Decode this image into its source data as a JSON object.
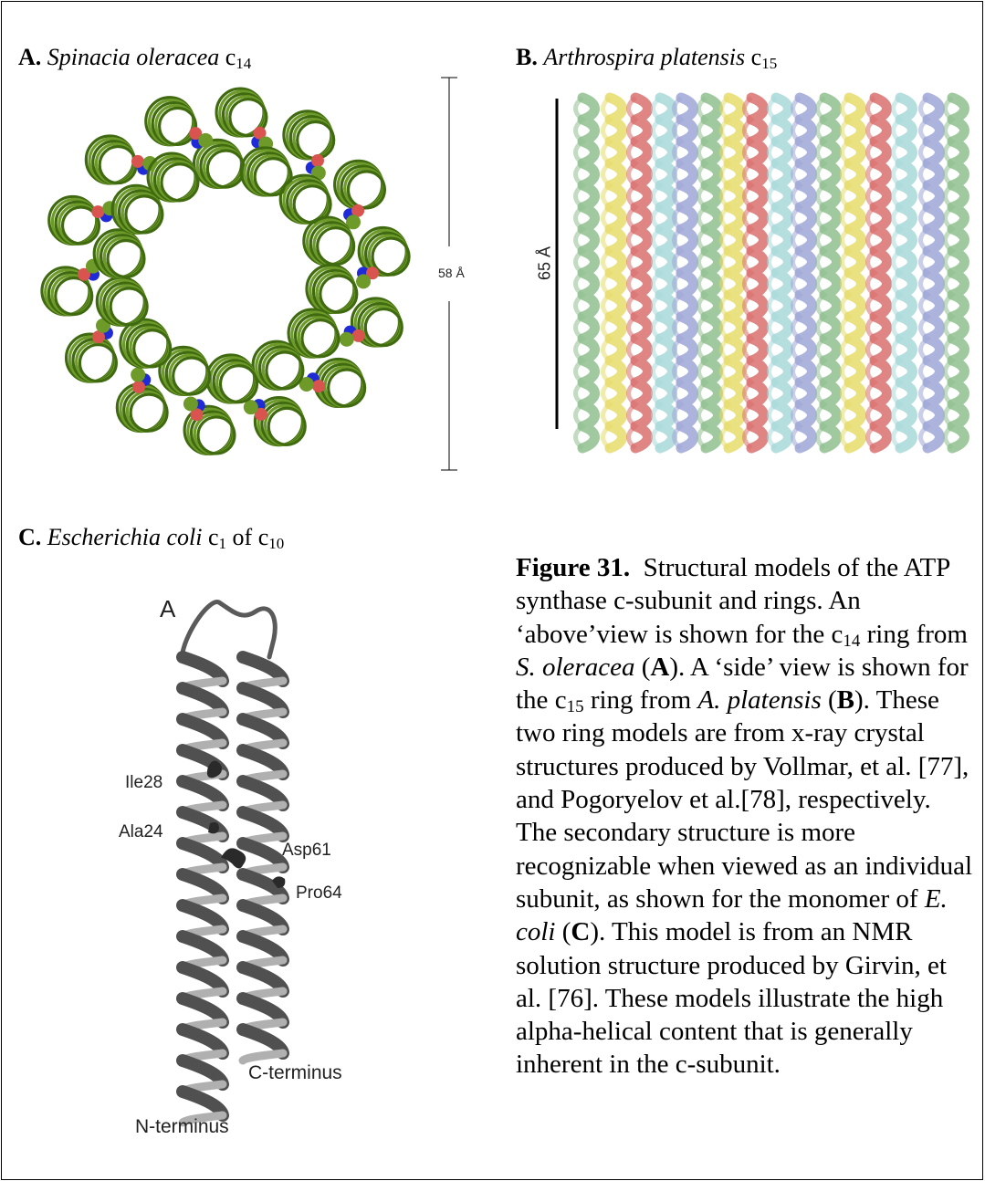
{
  "panels": {
    "a": {
      "letter": "A.",
      "organism": "Spinacia oleracea",
      "ring_prefix": "c",
      "ring_sub": "14",
      "scale_label": "58 Å"
    },
    "b": {
      "letter": "B.",
      "organism": "Arthrospira platensis",
      "ring_prefix": "c",
      "ring_sub": "15",
      "scale_label": "65 Å"
    },
    "c": {
      "letter": "C.",
      "organism": "Escherichia coli",
      "ring_prefix": "c",
      "ring_sub": "1",
      "of_text": "of",
      "ring2_prefix": "c",
      "ring2_sub": "10",
      "inset_letter": "A",
      "residues": {
        "ile28": "Ile28",
        "ala24": "Ala24",
        "asp61": "Asp61",
        "pro64": "Pro64"
      },
      "termini": {
        "n": "N-terminus",
        "c": "C-terminus"
      }
    }
  },
  "caption": {
    "title": "Figure 31.",
    "p1": "Structural models of the ATP synthase c-subunit and rings.  An ‘above’view is shown for the ",
    "c14": "14",
    "p2": " ring from ",
    "org1": "S. oleracea",
    "p3": " (",
    "refA": "A",
    "p4": ").  A ‘side’ view is shown for the ",
    "c15": "15",
    "p5": " ring from ",
    "org2": "A. platensis",
    "p6": " (",
    "refB": "B",
    "p7": ").  These two ring models are from x-ray crystal structures produced by Vollmar, et al. [77], and Pogoryelov et al.[78], respectively.  The secondary structure is more recognizable when viewed as an individual subunit, as shown for the monomer of ",
    "org3": "E. coli",
    "p8": " (",
    "refC": "C",
    "p9": ").  This model is from an NMR solution structure produced by Girvin, et al. [76].  These models illustrate the high alpha-helical content that is generally inherent in the c-subunit."
  },
  "colors": {
    "helix_green": "#3f6a10",
    "helix_green_light": "#6d9a28",
    "atom_blue": "#1f2bd6",
    "atom_red": "#d9534f",
    "helix_gray": "#505050",
    "ribbon_colors": [
      "#8fbf8f",
      "#e6dc6a",
      "#d9706e",
      "#a8d8d8",
      "#9ea6d6"
    ]
  }
}
